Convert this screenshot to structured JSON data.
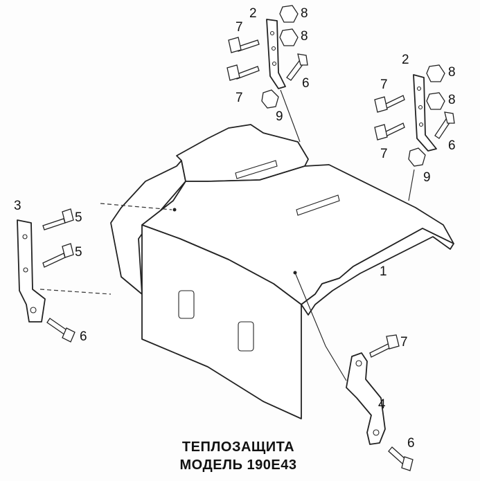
{
  "caption": {
    "line1": "ТЕПЛОЗАЩИТА",
    "line2": "МОДЕЛЬ 190E43"
  },
  "callouts": {
    "n1": "1",
    "n2": "2",
    "n3": "3",
    "n4": "4",
    "n5": "5",
    "n6": "6",
    "n7": "7",
    "n8": "8",
    "n9": "9"
  }
}
